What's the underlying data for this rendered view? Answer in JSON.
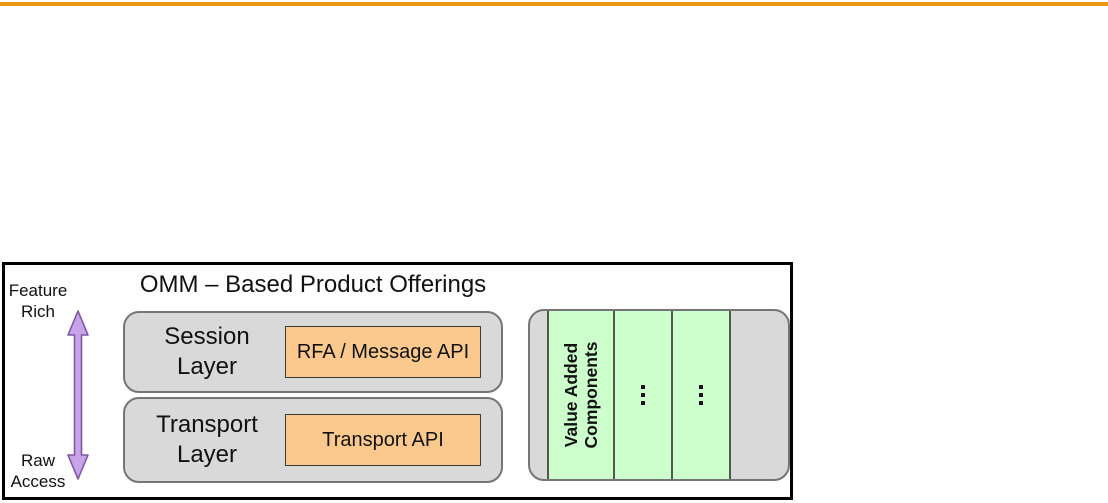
{
  "top_bar": {
    "color": "#E8990F"
  },
  "diagram": {
    "title": "OMM – Based Product Offerings",
    "axis": {
      "top_label": "Feature Rich",
      "bottom_label": "Raw Access"
    },
    "layers": [
      {
        "name": "Session Layer",
        "api": "RFA / Message API"
      },
      {
        "name": "Transport Layer",
        "api": "Transport API"
      }
    ],
    "value_added": {
      "label": "Value Added Components",
      "ellipsis_panel_count": 2
    },
    "colors": {
      "top_bar_orange": "#E8990F",
      "layer_gray": "#D9D9D9",
      "api_orange": "#FBC98E",
      "component_green": "#CCFFCC",
      "arrow_purple": "#C9A3EA",
      "border_black": "#000000"
    }
  }
}
